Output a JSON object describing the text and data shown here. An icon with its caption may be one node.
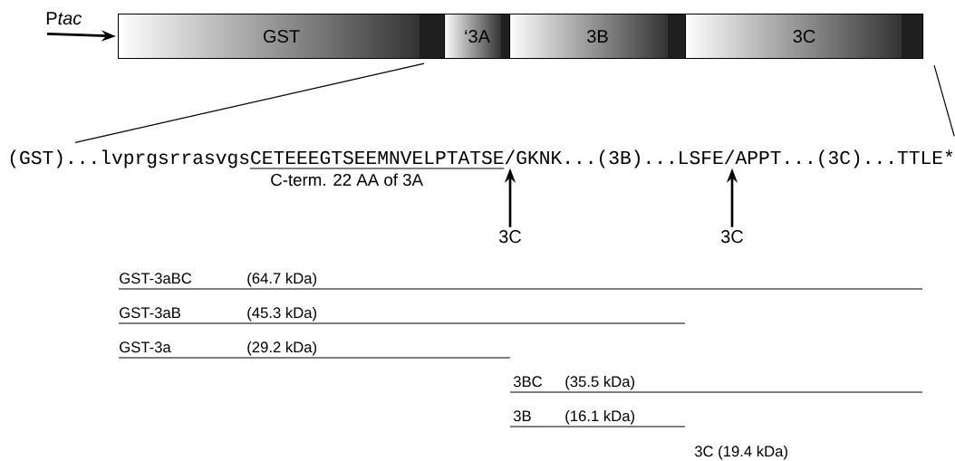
{
  "diagram": {
    "nodes": [
      {
        "text": [
          "P",
          "tac"
        ]
      },
      {
        "text": [
          "GST"
        ]
      },
      {
        "text": [
          "‘3A"
        ]
      },
      {
        "text": [
          "3B"
        ]
      },
      {
        "text": [
          "3C"
        ]
      },
      {
        "text": [
          "(GST)...lvprgsrrasvgsCETEEEGTSEEMNVELPTATSE/GKNK...(3B)...LSFE/APPT...(3C)...TTLE*"
        ]
      },
      {
        "text": [
          "3C"
        ]
      },
      {
        "text": [
          "3C"
        ]
      }
    ],
    "edges": [
      {
        "from": 0,
        "to": 1,
        "arrow": "to"
      },
      {
        "from": 1,
        "to": 5,
        "arrow": "none"
      },
      {
        "from": 4,
        "to": 5,
        "arrow": "none"
      },
      {
        "from": 6,
        "to": 5,
        "arrow": "to"
      },
      {
        "from": 7,
        "to": 5,
        "arrow": "to"
      }
    ],
    "labels": [
      "C-term. 22 AA of 3A",
      "GST-3aBC",
      "(64.7 kDa)",
      "GST-3aB",
      "(45.3 kDa)",
      "GST-3a",
      "(29.2 kDa)",
      "3BC",
      "(35.5 kDa)",
      "3B",
      "(16.1 kDa)",
      "3C (19.4 kDa)"
    ]
  }
}
